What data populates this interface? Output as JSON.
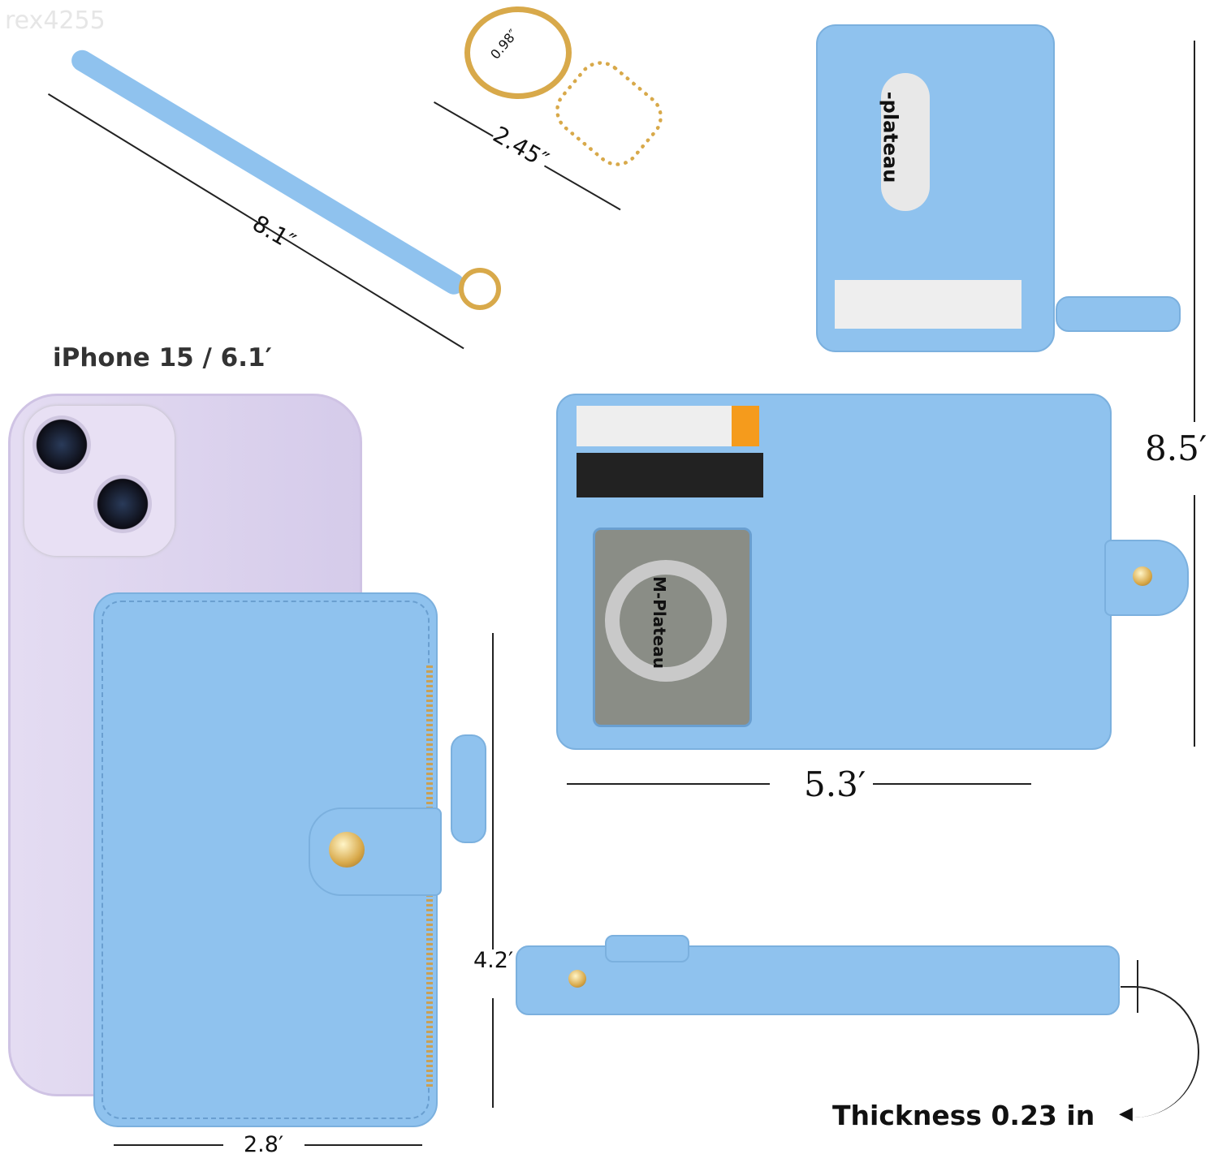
{
  "watermark": "rex4255",
  "strap": {
    "length_label": "8.1″"
  },
  "keyring": {
    "diameter_label": "0.98″",
    "length_label": "2.45″"
  },
  "phone": {
    "label": "iPhone 15 / 6.1′"
  },
  "open_wallet": {
    "height_label": "8.5′",
    "width_label": "5.3′",
    "brand_card": "-plateau",
    "brand_window": "M-Plateau"
  },
  "closed_wallet": {
    "height_label": "4.2′",
    "width_label": "2.8′"
  },
  "side_view": {
    "thickness_label": "Thickness 0.23 in"
  },
  "colors": {
    "wallet": "#8fc2ee",
    "phone": "#ddd3ef",
    "gold": "#d8a94a"
  }
}
